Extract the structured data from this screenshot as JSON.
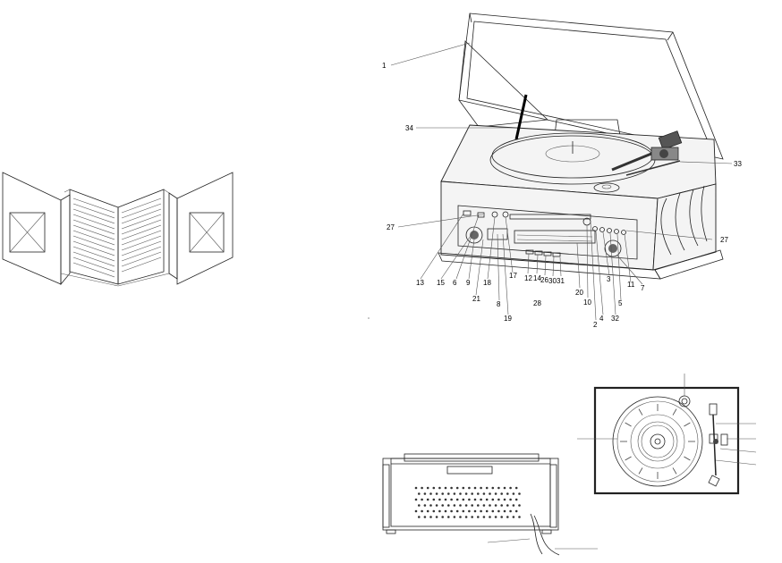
{
  "figure": {
    "callouts": [
      "1",
      "34",
      "33",
      "27",
      "27",
      "13",
      "15",
      "6",
      "9",
      "21",
      "18",
      "8",
      "19",
      "17",
      "12",
      "14",
      "26",
      "30",
      "31",
      "28",
      "20",
      "10",
      "2",
      "4",
      "3",
      "32",
      "5",
      "11",
      "7"
    ]
  }
}
